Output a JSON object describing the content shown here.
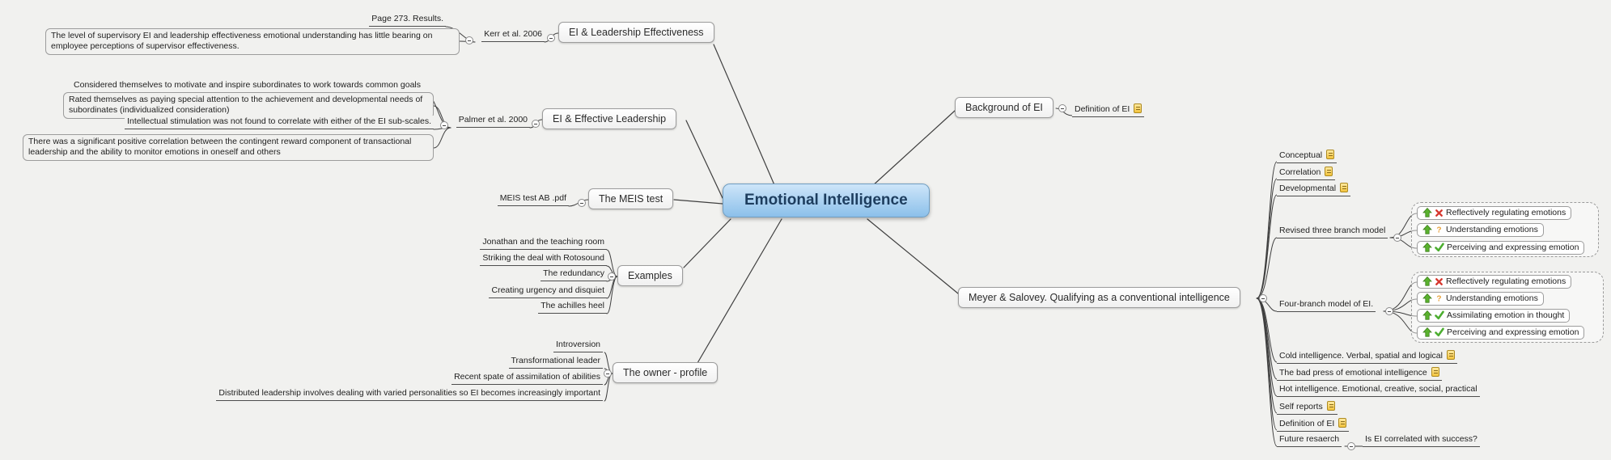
{
  "central_topic": {
    "label": "Emotional Intelligence"
  },
  "branches": {
    "ei_leadership_effectiveness": {
      "label": "EI & Leadership Effectiveness",
      "source": {
        "label": "Kerr et al. 2006",
        "children": [
          {
            "label": "Page 273. Results."
          },
          {
            "label": "The level of supervisory EI and leadership effectiveness emotional understanding has little bearing on employee perceptions of supervisor effectiveness."
          }
        ]
      }
    },
    "ei_effective_leadership": {
      "label": "EI & Effective Leadership",
      "source": {
        "label": "Palmer et al. 2000",
        "children": [
          {
            "label": "Considered themselves to motivate and inspire subordinates to work towards common goals"
          },
          {
            "label": "Rated themselves as paying special attention to the achievement and developmental needs of subordinates (individualized consideration)"
          },
          {
            "label": "Intellectual stimulation was not found to correlate with either of the EI sub-scales."
          },
          {
            "label": "There was a significant positive correlation between the contingent reward component of transactional leadership and the ability to monitor emotions in oneself and others"
          }
        ]
      }
    },
    "meis_test": {
      "label": "The MEIS test",
      "attachment": "MEIS test AB .pdf"
    },
    "examples": {
      "label": "Examples",
      "items": [
        "Jonathan and the teaching room",
        "Striking the deal with Rotosound",
        "The redundancy",
        "Creating urgency and disquiet",
        "The achilles heel"
      ]
    },
    "owner_profile": {
      "label": "The owner - profile",
      "items": [
        "Introversion",
        "Transformational leader",
        "Recent spate of assimilation of abilities",
        "Distributed leadership involves dealing with varied personalities so EI becomes increasingly important"
      ]
    },
    "background_of_ei": {
      "label": "Background of EI",
      "child": {
        "label": "Definition of EI",
        "note": true
      }
    },
    "meyer_salovey": {
      "label": "Meyer & Salovey. Qualifying as a conventional intelligence",
      "children": [
        {
          "label": "Conceptual",
          "note": true
        },
        {
          "label": "Correlation",
          "note": true
        },
        {
          "label": "Developmental",
          "note": true
        },
        {
          "label": "Revised three branch model",
          "group": [
            {
              "label": "Reflectively regulating emotions",
              "markers": [
                "arrow-up",
                "cross"
              ]
            },
            {
              "label": "Understanding emotions",
              "markers": [
                "arrow-up",
                "question"
              ]
            },
            {
              "label": "Perceiving and expressing emotion",
              "markers": [
                "arrow-up",
                "check"
              ]
            }
          ]
        },
        {
          "label": "Four-branch model of EI.",
          "group": [
            {
              "label": "Reflectively regulating emotions",
              "markers": [
                "arrow-up",
                "cross"
              ]
            },
            {
              "label": "Understanding emotions",
              "markers": [
                "arrow-up",
                "question"
              ]
            },
            {
              "label": "Assimilating emotion in thought",
              "markers": [
                "arrow-up",
                "check"
              ]
            },
            {
              "label": "Perceiving and expressing emotion",
              "markers": [
                "arrow-up",
                "check"
              ]
            }
          ]
        },
        {
          "label": "Cold intelligence. Verbal, spatial and logical",
          "note": true
        },
        {
          "label": "The bad press of emotional intelligence",
          "note": true
        },
        {
          "label": "Hot intelligence. Emotional, creative, social, practical"
        },
        {
          "label": "Self reports",
          "note": true
        },
        {
          "label": "Definition of EI",
          "note": true
        },
        {
          "label": "Future resaerch",
          "child": "Is EI correlated with success?"
        }
      ]
    }
  },
  "icons": {
    "note": "note-icon",
    "collapse": "collapse-minus-icon",
    "markers": [
      "arrow-up-icon",
      "cross-icon",
      "question-icon",
      "check-icon"
    ]
  },
  "style": {
    "background": "#f1f1ef",
    "line_color": "#3f3f3f",
    "central_fill": "#8cc0ea",
    "note_color": "#f3c43e",
    "marker_green": "#5ab22e",
    "marker_red": "#d6372e",
    "marker_orange": "#e9a33c"
  }
}
